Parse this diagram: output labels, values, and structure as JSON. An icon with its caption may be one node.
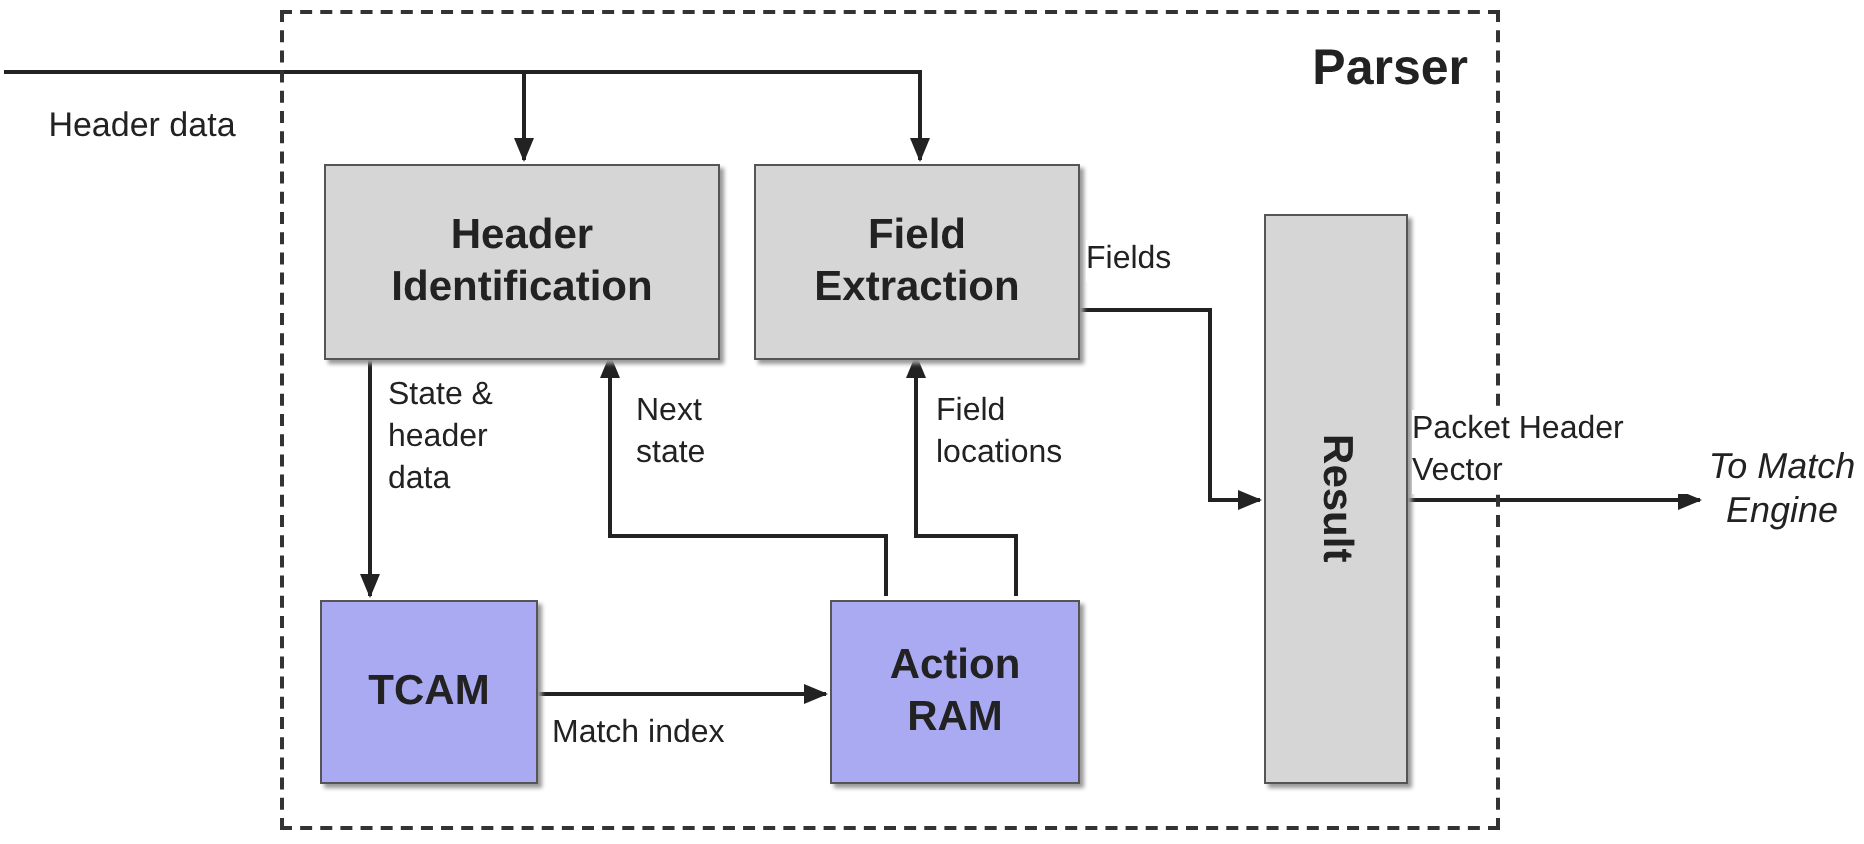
{
  "diagram": {
    "nodes": [
      {
        "text": [
          "Parser"
        ]
      },
      {
        "text": [
          "Header data"
        ]
      },
      {
        "text": [
          "Header Identification"
        ],
        "in": 0
      },
      {
        "text": [
          "Field Extraction"
        ],
        "in": 0
      },
      {
        "text": [
          "Result"
        ],
        "in": 0
      },
      {
        "text": [
          "TCAM"
        ],
        "in": 0
      },
      {
        "text": [
          "Action RAM"
        ],
        "in": 0
      },
      {
        "text": [
          "To Match Engine"
        ]
      }
    ],
    "edges": [
      {
        "from": 1,
        "to": 2,
        "arrow": "to"
      },
      {
        "from": 1,
        "to": 3,
        "arrow": "to"
      },
      {
        "from": 2,
        "to": 5,
        "arrow": "to",
        "label": "State & header data"
      },
      {
        "from": 6,
        "to": 2,
        "arrow": "to",
        "label": "Next state"
      },
      {
        "from": 6,
        "to": 3,
        "arrow": "to",
        "label": "Field locations"
      },
      {
        "from": 5,
        "to": 6,
        "arrow": "to",
        "label": "Match index"
      },
      {
        "from": 3,
        "to": 4,
        "arrow": "to",
        "label": "Fields"
      },
      {
        "from": 4,
        "to": 7,
        "arrow": "to",
        "label": "Packet Header Vector"
      }
    ]
  }
}
